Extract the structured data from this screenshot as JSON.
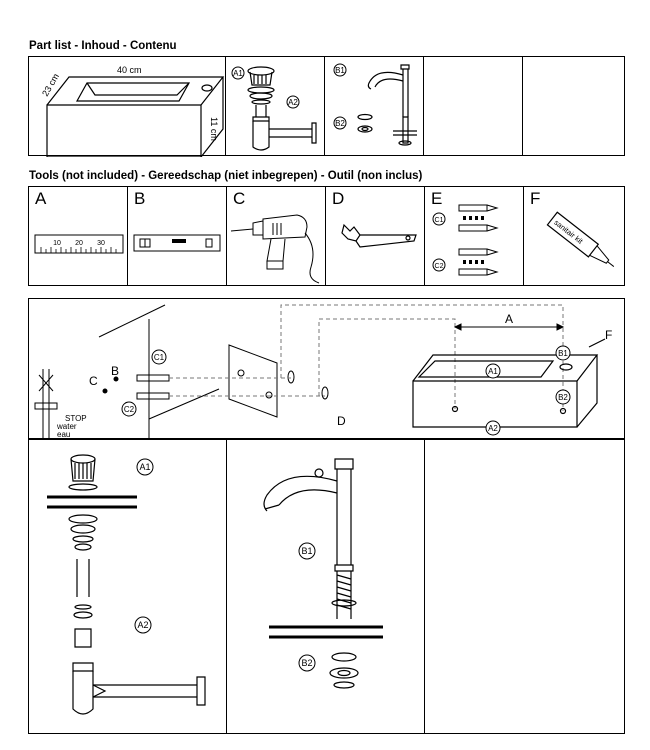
{
  "parts": {
    "heading": "Part list - Inhoud - Contenu",
    "basin": {
      "width": "40 cm",
      "depth": "23 cm",
      "height": "11 cm"
    },
    "items": [
      {
        "code": "A1"
      },
      {
        "code": "A2"
      },
      {
        "code": "B1"
      },
      {
        "code": "B2"
      }
    ]
  },
  "tools": {
    "heading": "Tools (not included) - Gereedschap (niet inbegrepen) -  Outil (non inclus)",
    "items": [
      {
        "letter": "A",
        "ruler_labels": [
          "10",
          "20",
          "30"
        ]
      },
      {
        "letter": "B"
      },
      {
        "letter": "C"
      },
      {
        "letter": "D"
      },
      {
        "letter": "E",
        "codes": [
          "C1",
          "C2"
        ]
      },
      {
        "letter": "F",
        "tube_text": "sanitair kit"
      }
    ]
  },
  "mounting": {
    "labels": {
      "a": "A",
      "b": "B",
      "c": "C",
      "d": "D",
      "f": "F",
      "c1": "C1",
      "c2": "C2",
      "a1": "A1",
      "a2": "A2",
      "b1": "B1",
      "b2": "B2",
      "stop": "STOP",
      "water": "water",
      "eau": "eau"
    }
  },
  "assembly": {
    "drain": {
      "a1": "A1",
      "a2": "A2"
    },
    "tap": {
      "b1": "B1",
      "b2": "B2"
    }
  }
}
